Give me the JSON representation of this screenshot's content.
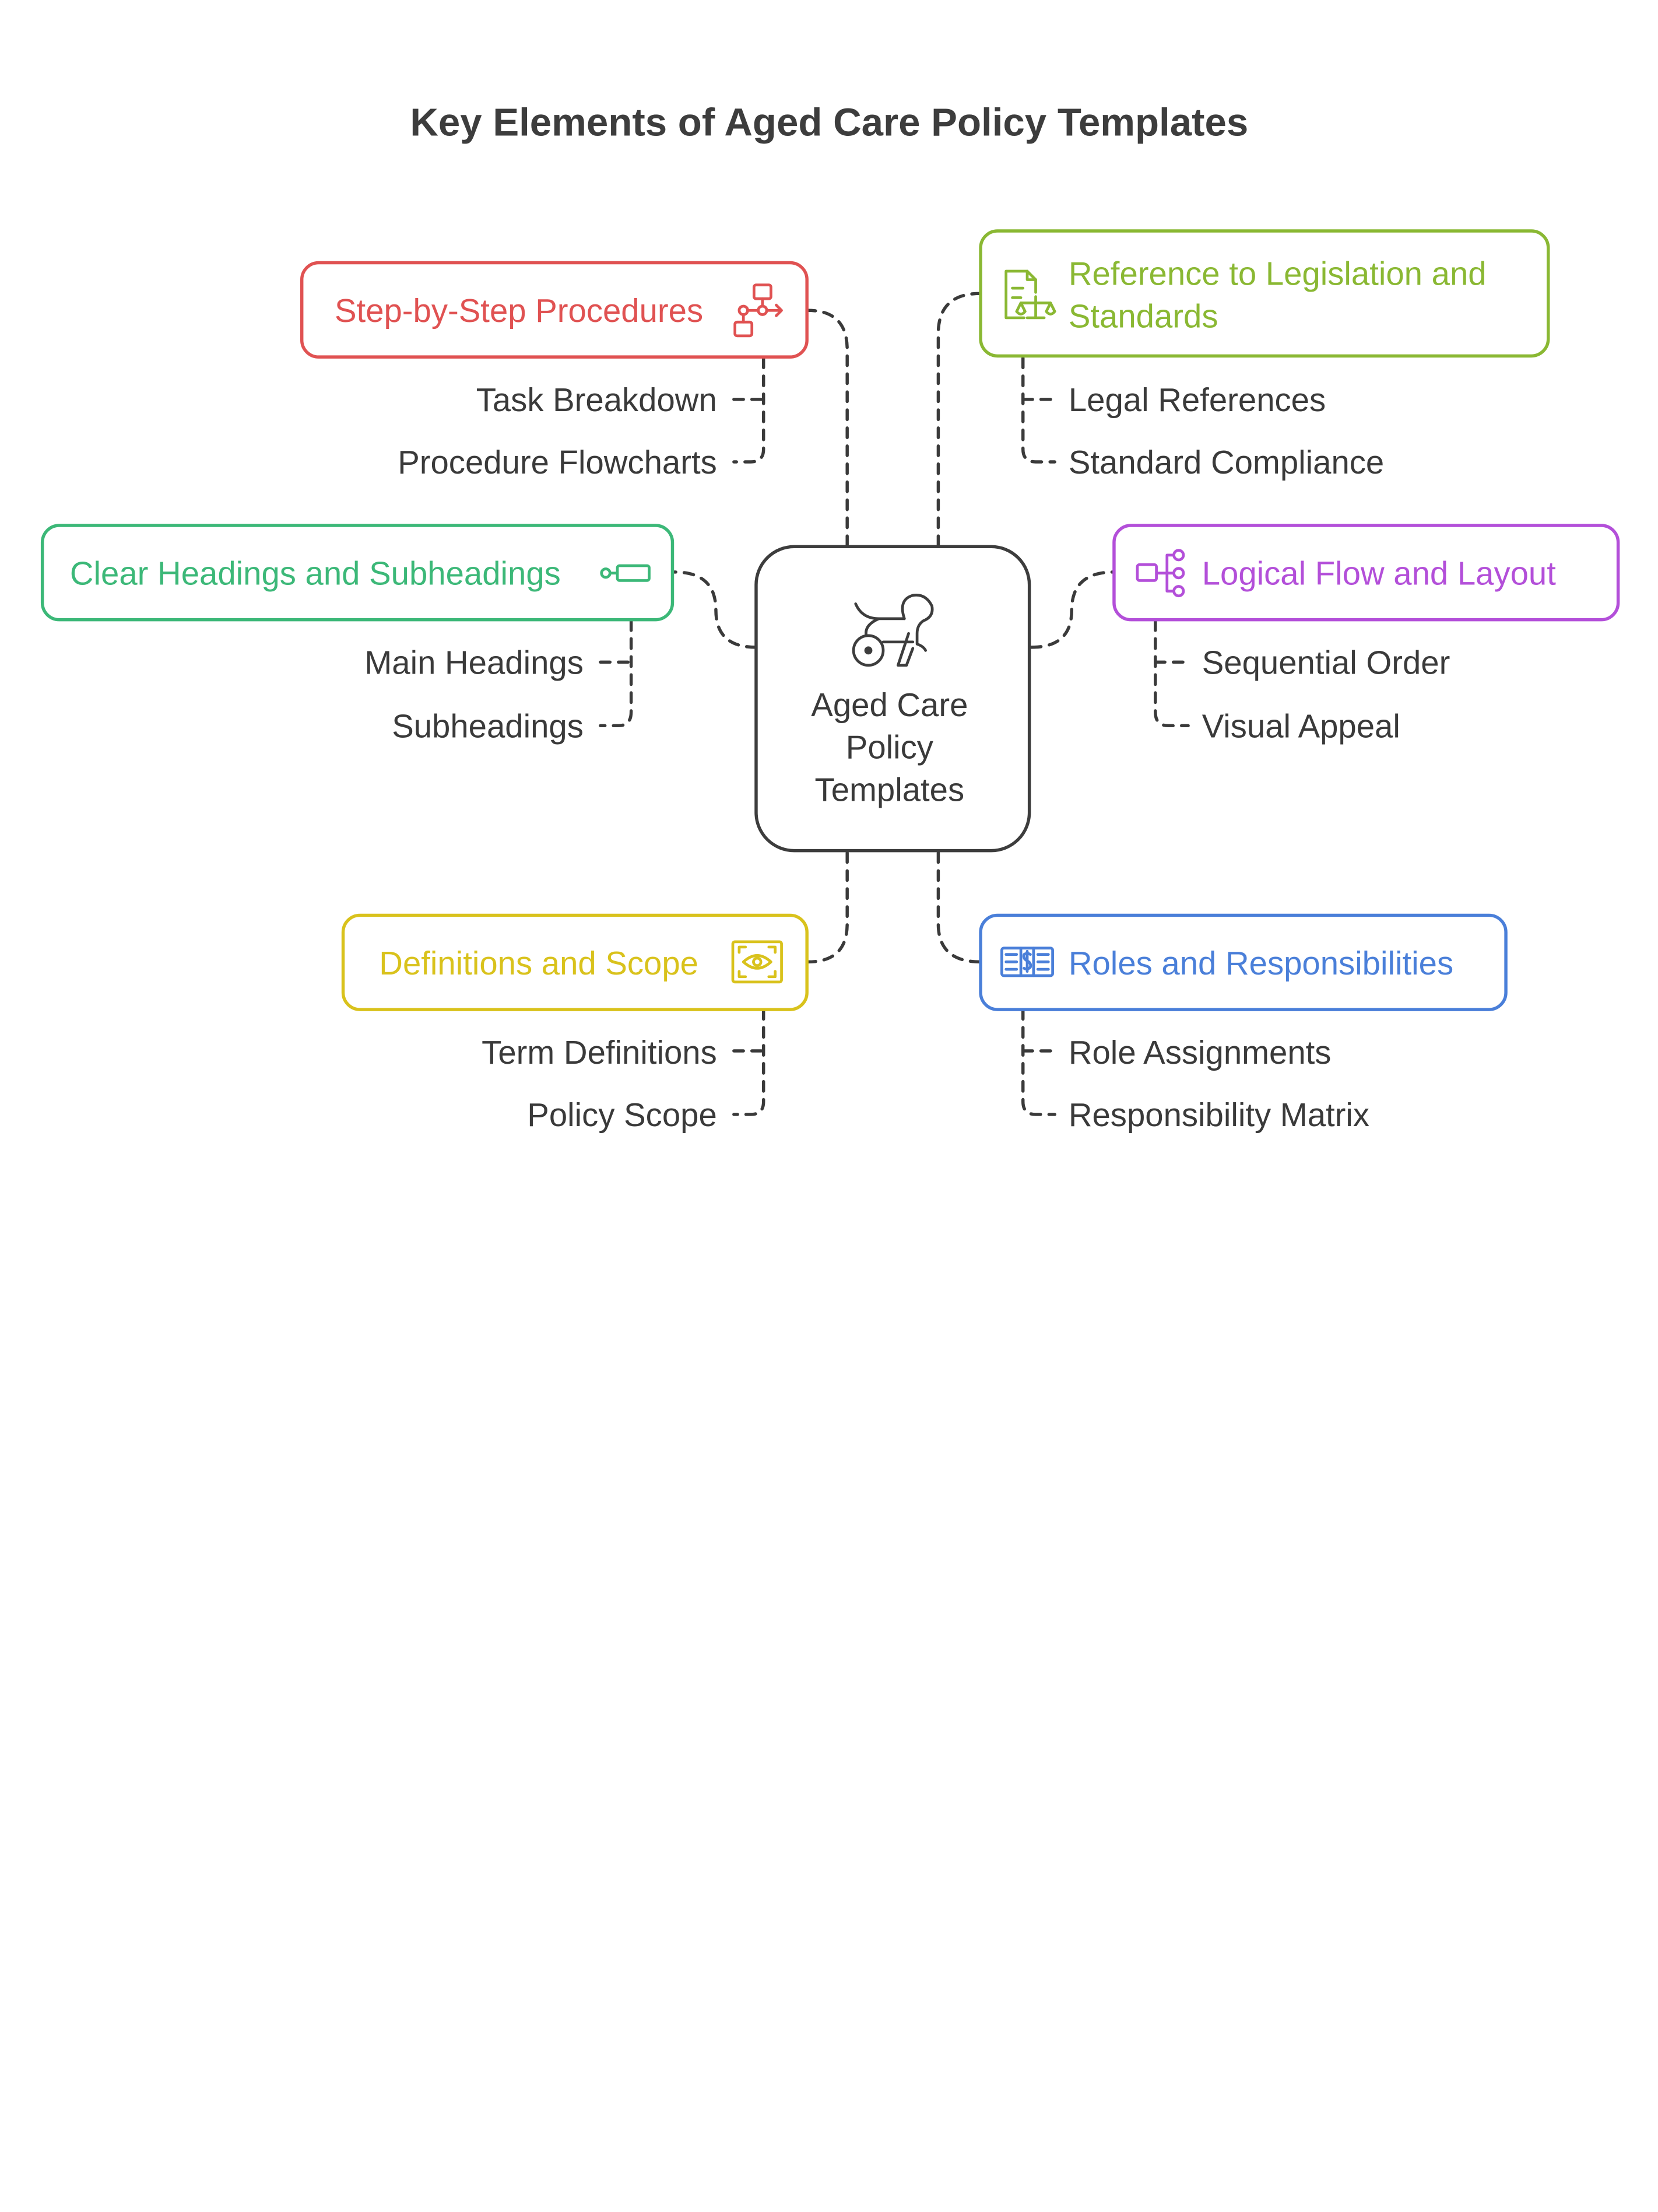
{
  "title": "Key Elements of Aged Care Policy Templates",
  "center": {
    "lines": [
      "Aged Care",
      "Policy",
      "Templates"
    ],
    "icon": "dog-wheelchair-icon",
    "color": "#3d3d3d"
  },
  "branches": [
    {
      "id": "step",
      "label": "Step-by-Step Procedures",
      "color": "#e05252",
      "icon": "flowchart-icon",
      "items": [
        "Task Breakdown",
        "Procedure Flowcharts"
      ]
    },
    {
      "id": "legis",
      "label_lines": [
        "Reference to Legislation and",
        "Standards"
      ],
      "color": "#8ab833",
      "icon": "legal-document-icon",
      "items": [
        "Legal References",
        "Standard Compliance"
      ]
    },
    {
      "id": "head",
      "label": "Clear Headings and Subheadings",
      "color": "#3cb878",
      "icon": "heading-toggle-icon",
      "items": [
        "Main Headings",
        "Subheadings"
      ]
    },
    {
      "id": "flow",
      "label": "Logical Flow and Layout",
      "color": "#b34fd9",
      "icon": "hierarchy-icon",
      "items": [
        "Sequential Order",
        "Visual Appeal"
      ]
    },
    {
      "id": "defs",
      "label": "Definitions and Scope",
      "color": "#d9c21c",
      "icon": "eye-scan-icon",
      "items": [
        "Term Definitions",
        "Policy Scope"
      ]
    },
    {
      "id": "roles",
      "label": "Roles and Responsibilities",
      "color": "#4a7fd9",
      "icon": "list-dollar-icon",
      "items": [
        "Role Assignments",
        "Responsibility Matrix"
      ]
    }
  ]
}
